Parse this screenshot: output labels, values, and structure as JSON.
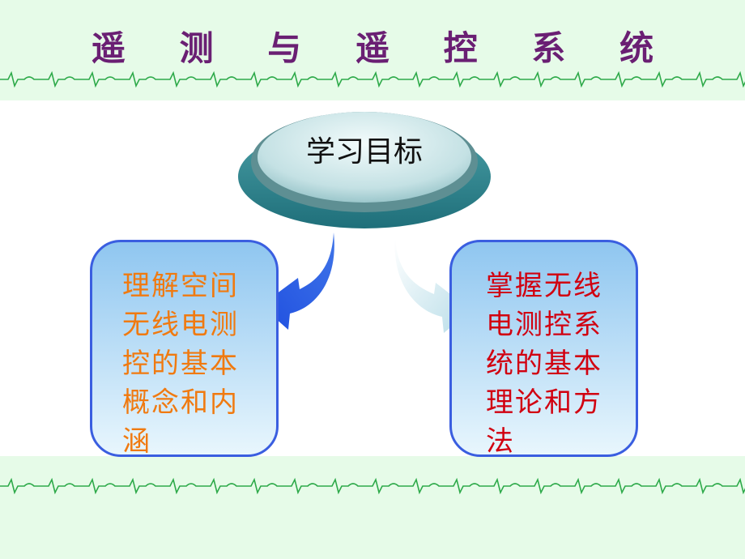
{
  "slide": {
    "title": "遥 测 与 遥 控 系 统",
    "center_label": "学习目标",
    "left_box_text": "理解空间无线电测控的基本概念和内涵",
    "right_box_text": "掌握无线电测控系统的基本理论和方法"
  },
  "colors": {
    "band": "#e6fbe8",
    "title": "#6a1f73",
    "ecg_line": "#2eaa4a",
    "left_text": "#f07a10",
    "right_text": "#d10010",
    "box_border": "#3a5ee0"
  },
  "icons": [
    "ecg-line-decoration",
    "curved-arrow-left",
    "curved-arrow-right"
  ]
}
